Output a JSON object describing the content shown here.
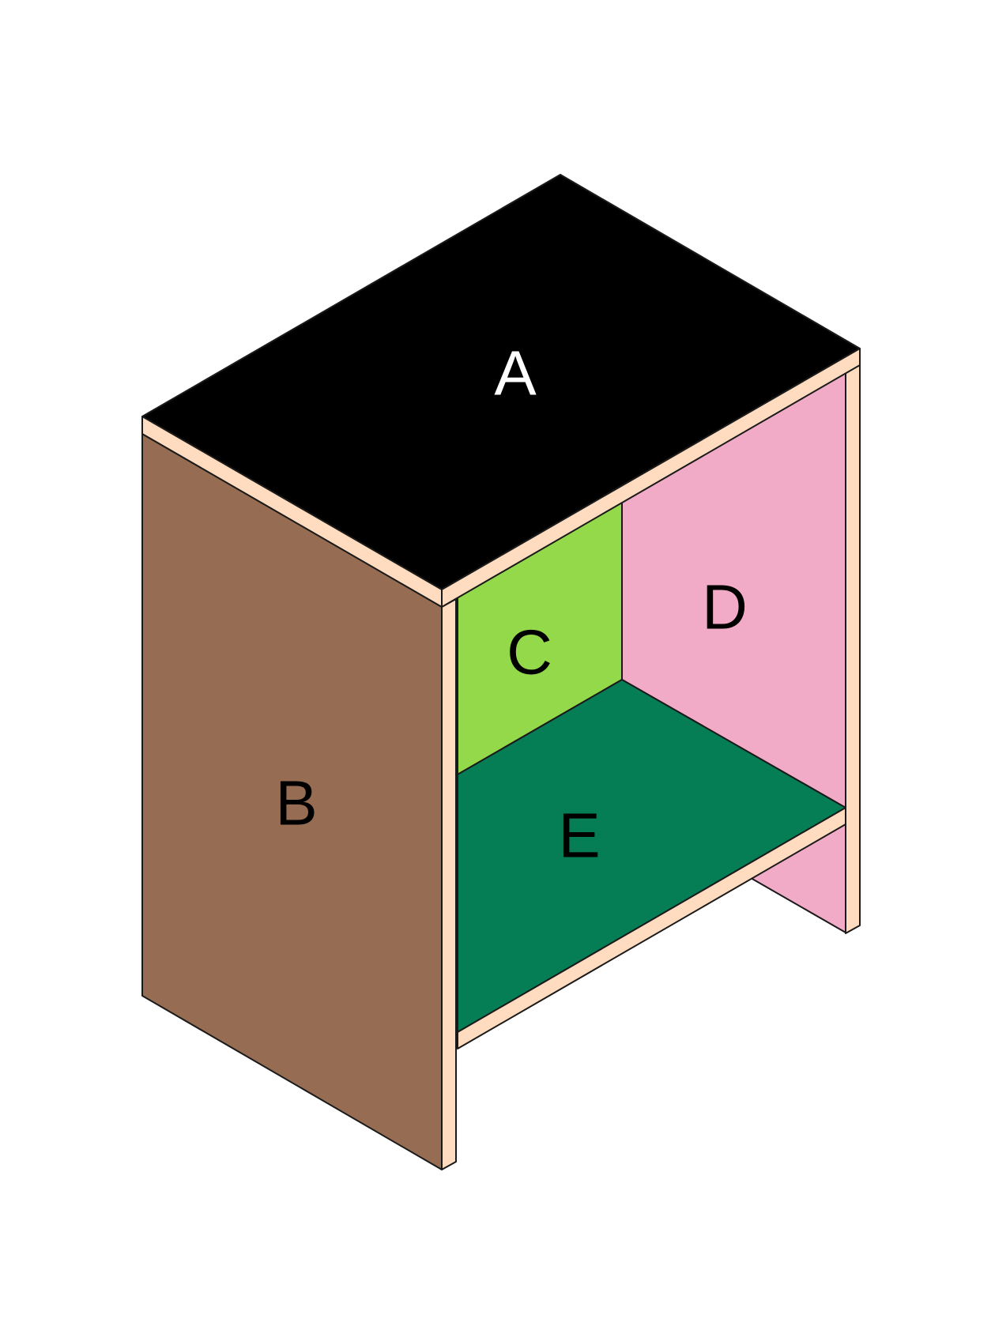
{
  "colors": {
    "top": "#000000",
    "side": "#966d52",
    "back_left": "#94d94a",
    "back_right": "#f2abc7",
    "shelf": "#057e55",
    "edge": "#ffdcbf",
    "label_light": "#ffffff",
    "label_dark": "#000000"
  },
  "panels": {
    "a": {
      "label": "A"
    },
    "b": {
      "label": "B"
    },
    "c": {
      "label": "C"
    },
    "d": {
      "label": "D"
    },
    "e": {
      "label": "E"
    }
  }
}
